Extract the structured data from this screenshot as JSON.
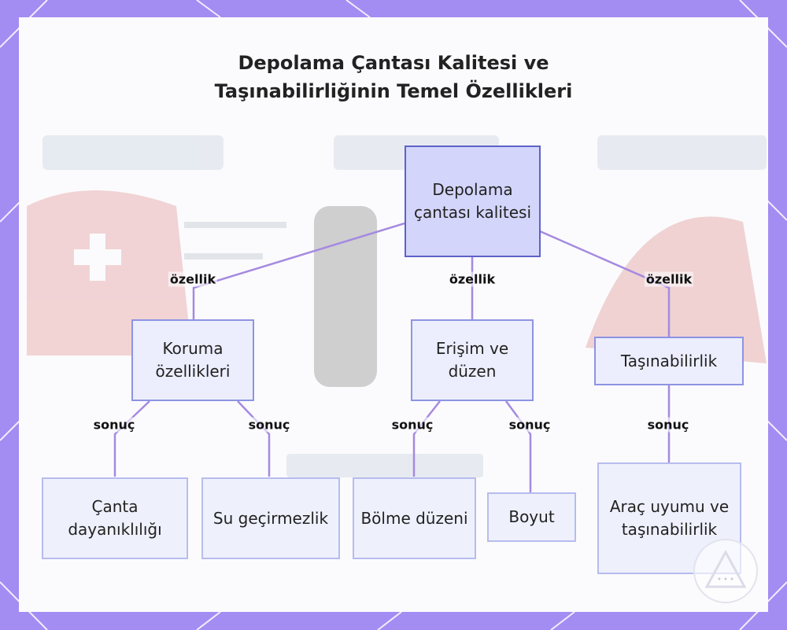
{
  "title": {
    "line1": "Depolama Çantası Kalitesi ve",
    "line2": "Taşınabilirliğinin Temel Özellikleri"
  },
  "nodes": {
    "root": "Depolama çantası kalitesi",
    "protection": "Koruma özellikleri",
    "access": "Erişim ve düzen",
    "portability": "Taşınabilirlik",
    "durability": "Çanta dayanıklılığı",
    "waterproof": "Su geçirmezlik",
    "compartment": "Bölme düzeni",
    "size": "Boyut",
    "vehicle": "Araç uyumu ve taşınabilirlik"
  },
  "edge_labels": {
    "feature_left": "özellik",
    "feature_center": "özellik",
    "feature_right": "özellik",
    "result_durability": "sonuç",
    "result_waterproof": "sonuç",
    "result_compartment": "sonuç",
    "result_size": "sonuç",
    "result_vehicle": "sonuç"
  },
  "colors": {
    "frame": "#a38cf2",
    "edge": "#a58ae0",
    "root_fill": "#d3d5fb",
    "root_border": "#5d62c9",
    "node_border": "#8e93e4"
  }
}
